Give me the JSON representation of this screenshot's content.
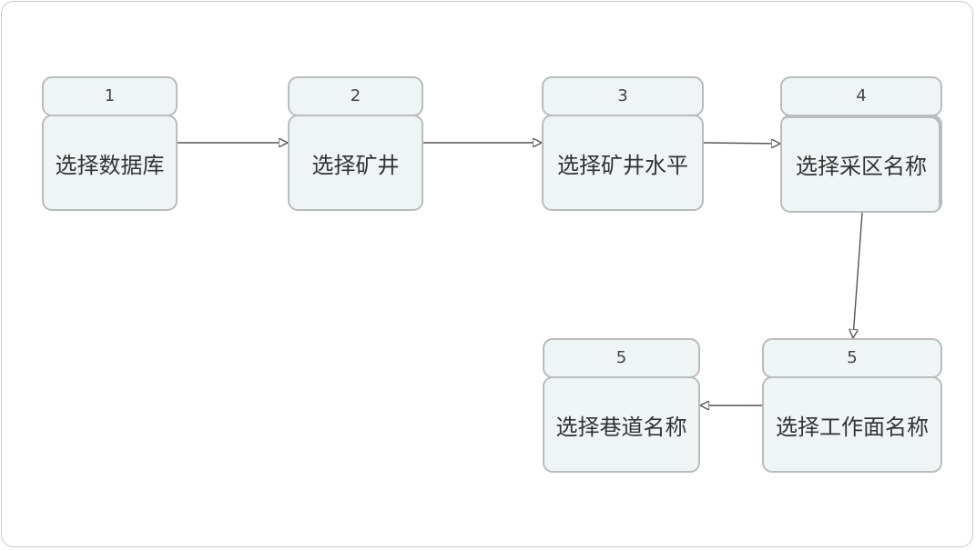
{
  "diagram": {
    "nodes": [
      {
        "id": "n1",
        "num": "1",
        "label": "选择数据库"
      },
      {
        "id": "n2",
        "num": "2",
        "label": "选择矿井"
      },
      {
        "id": "n3",
        "num": "3",
        "label": "选择矿井水平"
      },
      {
        "id": "n4",
        "num": "4",
        "label": "选择采区名称"
      },
      {
        "id": "n5",
        "num": "5",
        "label": "选择工作面名称"
      },
      {
        "id": "n6",
        "num": "5",
        "label": "选择巷道名称"
      }
    ],
    "edges": [
      {
        "from": "n1",
        "to": "n2"
      },
      {
        "from": "n2",
        "to": "n3"
      },
      {
        "from": "n3",
        "to": "n4"
      },
      {
        "from": "n4",
        "to": "n5"
      },
      {
        "from": "n5",
        "to": "n6"
      }
    ],
    "colors": {
      "node_fill": "#eff4f4",
      "node_border": "#b9bcbe",
      "edge": "#555555"
    }
  }
}
